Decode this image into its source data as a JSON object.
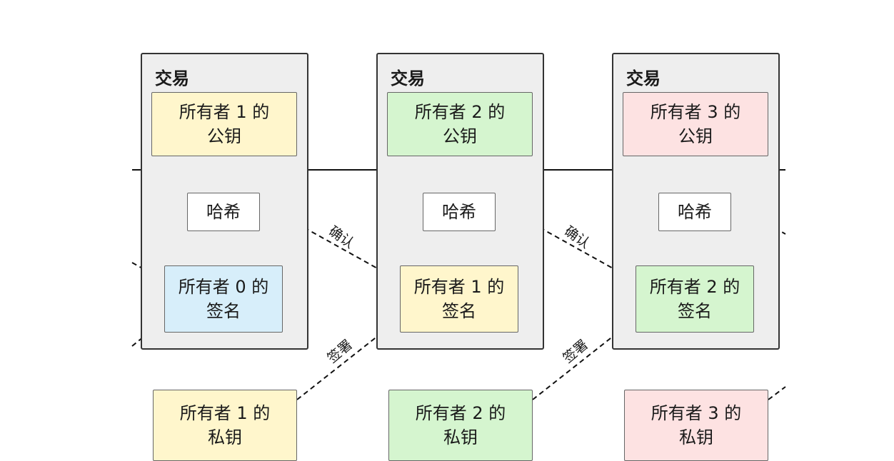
{
  "transactions": [
    {
      "title": "交易",
      "pubkey": [
        "所有者 1 的",
        "公钥"
      ],
      "hash": "哈希",
      "signature": [
        "所有者 0 的",
        "签名"
      ]
    },
    {
      "title": "交易",
      "pubkey": [
        "所有者 2 的",
        "公钥"
      ],
      "hash": "哈希",
      "signature": [
        "所有者 1 的",
        "签名"
      ]
    },
    {
      "title": "交易",
      "pubkey": [
        "所有者 3 的",
        "公钥"
      ],
      "hash": "哈希",
      "signature": [
        "所有者 2 的",
        "签名"
      ]
    }
  ],
  "private_keys": [
    [
      "所有者 1 的",
      "私钥"
    ],
    [
      "所有者 2 的",
      "私钥"
    ],
    [
      "所有者 3 的",
      "私钥"
    ]
  ],
  "edge_labels": {
    "verify": "确认",
    "sign": "签署"
  },
  "colors": {
    "owner0": "#d7eefa",
    "owner1": "#fff6cc",
    "owner2": "#d5f5cf",
    "owner3": "#fde2e2",
    "transaction_bg": "#eeeeee"
  }
}
